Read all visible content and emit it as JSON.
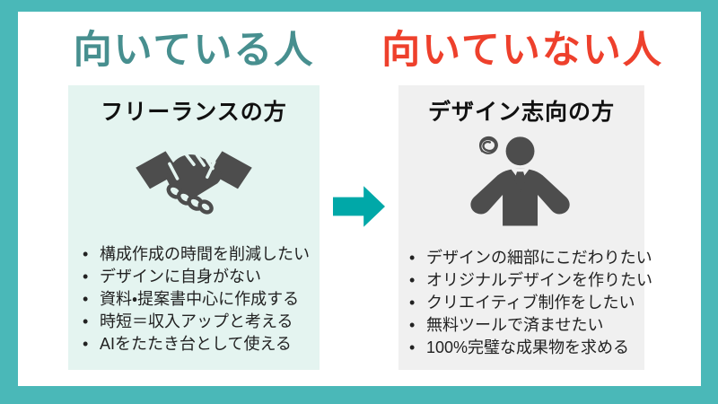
{
  "colors": {
    "frame": "#4ab8b8",
    "page_bg": "#ffffff",
    "title_left": "#478f8f",
    "title_right": "#ee402c",
    "card_left_bg": "#e4f4f0",
    "card_right_bg": "#f0f0f0",
    "card_title": "#111111",
    "text": "#222222",
    "icon": "#4d4d4d",
    "arrow": "#00a8a8"
  },
  "header": {
    "suited_title": "向いている人",
    "not_suited_title": "向いていない人"
  },
  "left_card": {
    "title": "フリーランスの方",
    "icon": "handshake-icon",
    "items": [
      "構成作成の時間を削減したい",
      "デザインに自身がない",
      "資料・提案書中心に作成する",
      "時短＝収入アップと考える",
      "AIをたたき台として使える"
    ]
  },
  "right_card": {
    "title": "デザイン志向の方",
    "icon": "confused-person-icon",
    "items": [
      "デザインの細部にこだわりたい",
      "オリジナルデザインを作りたい",
      "クリエイティブ制作をしたい",
      "無料ツールで済ませたい",
      "100%完璧な成果物を求める"
    ]
  },
  "arrow": {
    "icon": "arrow-right-icon",
    "direction": "right"
  }
}
